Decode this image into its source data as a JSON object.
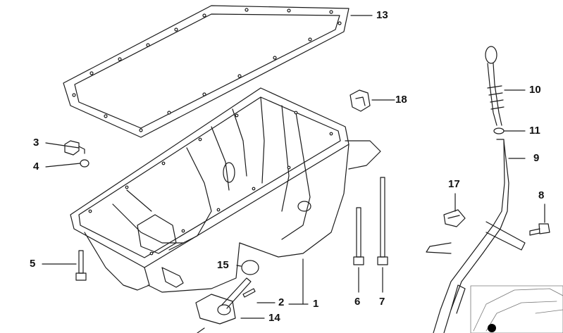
{
  "diagram": {
    "callouts": [
      {
        "id": "c1",
        "label": "1"
      },
      {
        "id": "c2",
        "label": "2"
      },
      {
        "id": "c3",
        "label": "3"
      },
      {
        "id": "c4",
        "label": "4"
      },
      {
        "id": "c5",
        "label": "5"
      },
      {
        "id": "c6",
        "label": "6"
      },
      {
        "id": "c7",
        "label": "7"
      },
      {
        "id": "c8",
        "label": "8"
      },
      {
        "id": "c9",
        "label": "9"
      },
      {
        "id": "c10",
        "label": "10"
      },
      {
        "id": "c11",
        "label": "11"
      },
      {
        "id": "c13",
        "label": "13"
      },
      {
        "id": "c14",
        "label": "14"
      },
      {
        "id": "c15",
        "label": "15"
      },
      {
        "id": "c17",
        "label": "17"
      },
      {
        "id": "c18",
        "label": "18"
      }
    ],
    "colors": {
      "line": "#1a1a1a",
      "highlight": "#000000",
      "background": "#ffffff"
    }
  }
}
